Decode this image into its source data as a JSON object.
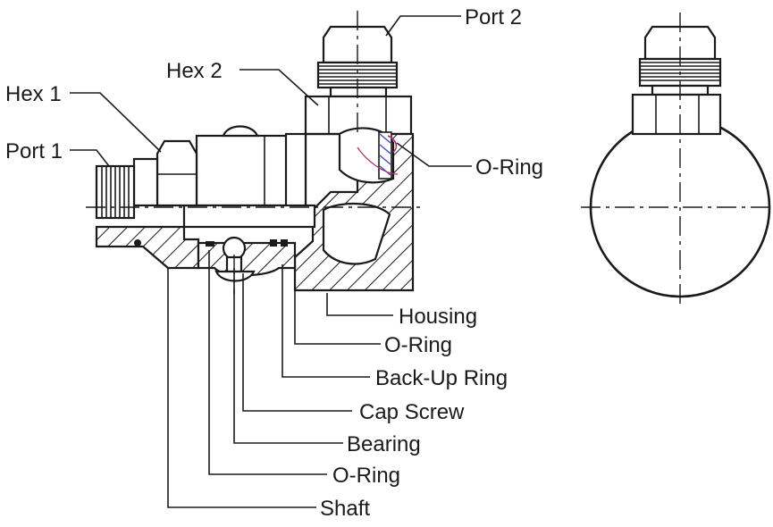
{
  "labels": {
    "port2": "Port 2",
    "hex2": "Hex 2",
    "hex1": "Hex 1",
    "port1": "Port 1",
    "oring_top": "O-Ring",
    "housing": "Housing",
    "oring_mid": "O-Ring",
    "backup_ring": "Back-Up Ring",
    "cap_screw": "Cap Screw",
    "bearing": "Bearing",
    "oring_low": "O-Ring",
    "shaft": "Shaft"
  }
}
